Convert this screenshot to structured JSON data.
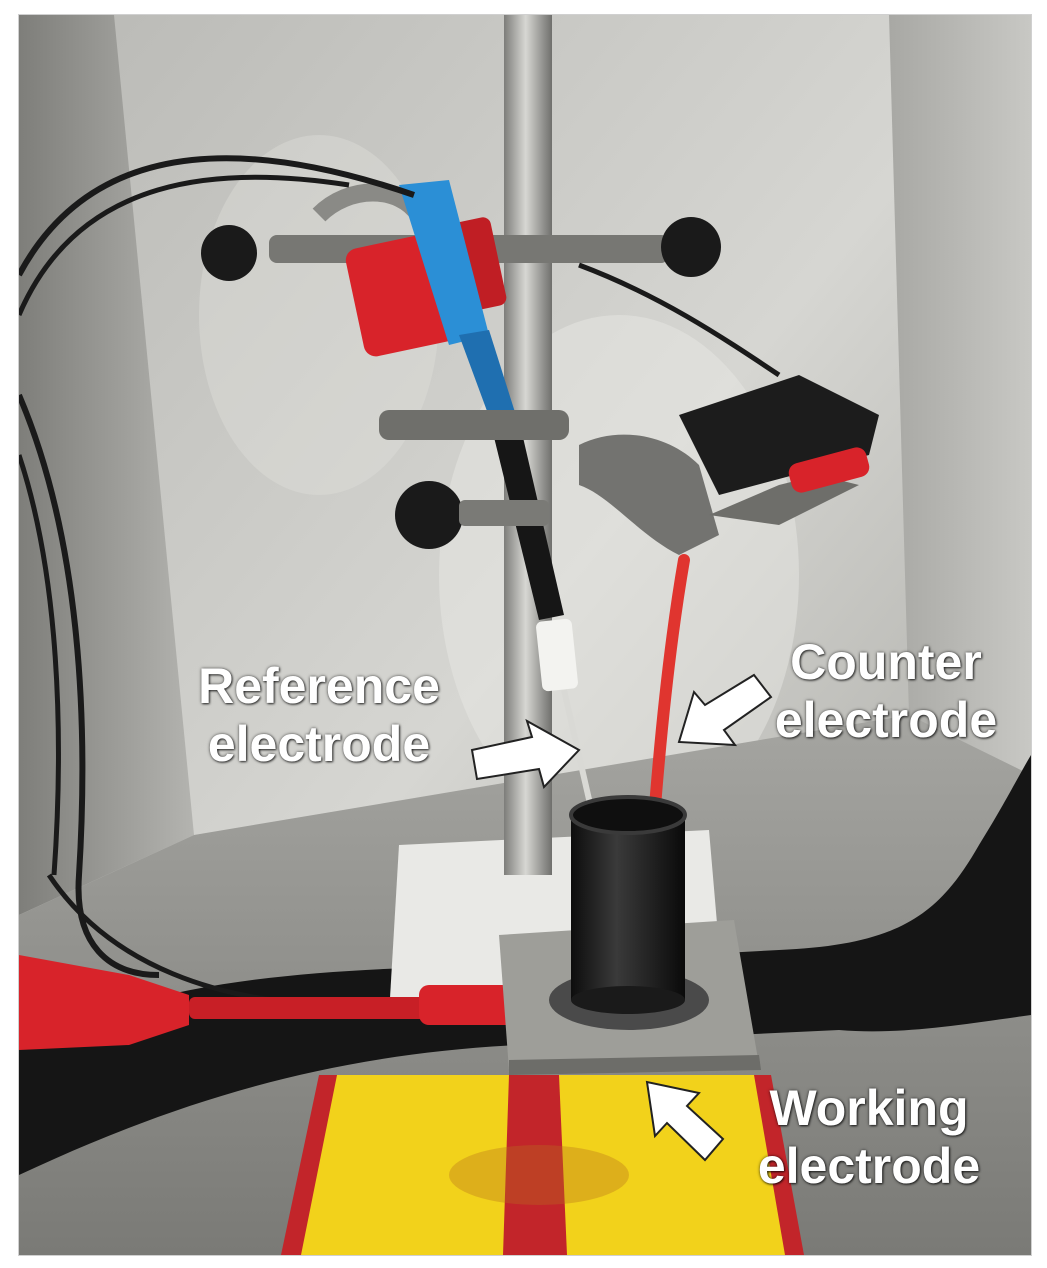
{
  "labels": {
    "reference": {
      "line1": "Reference",
      "line2": "electrode"
    },
    "counter": {
      "line1": "Counter",
      "line2": "electrode"
    },
    "working": {
      "line1": "Working",
      "line2": "electrode"
    }
  },
  "colors": {
    "steel_light": "#c9c9c6",
    "steel_dark": "#8f8f8b",
    "red_plug": "#d8232a",
    "blue_plug": "#2b8fd6",
    "black_parts": "#151515",
    "yellow_mat": "#f2d21b"
  }
}
